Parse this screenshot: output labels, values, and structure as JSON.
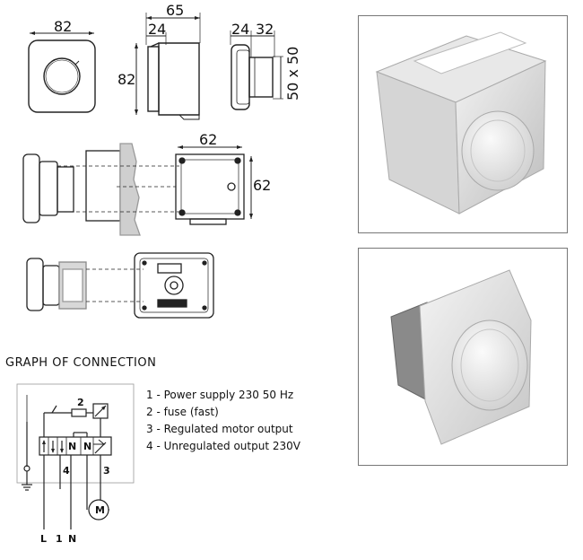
{
  "dimensions": {
    "front_width": "82",
    "side_total": "65",
    "side_depth": "24",
    "side_height": "82",
    "knob_depth": "24",
    "knob_width": "32",
    "knob_size": "50 x 50",
    "box_width": "62",
    "box_height": "62"
  },
  "connection": {
    "title": "GRAPH OF CONNECTION",
    "legend": [
      "1 - Power supply 230   50 Hz",
      "2 - fuse (fast)",
      "3 - Regulated motor output",
      "4 - Unregulated output 230V"
    ],
    "terminal_labels": [
      "N",
      "N"
    ],
    "diagram_numbers": [
      "2",
      "4",
      "3"
    ],
    "motor_label": "M",
    "bottom_labels": [
      "L",
      "1",
      "N"
    ]
  }
}
